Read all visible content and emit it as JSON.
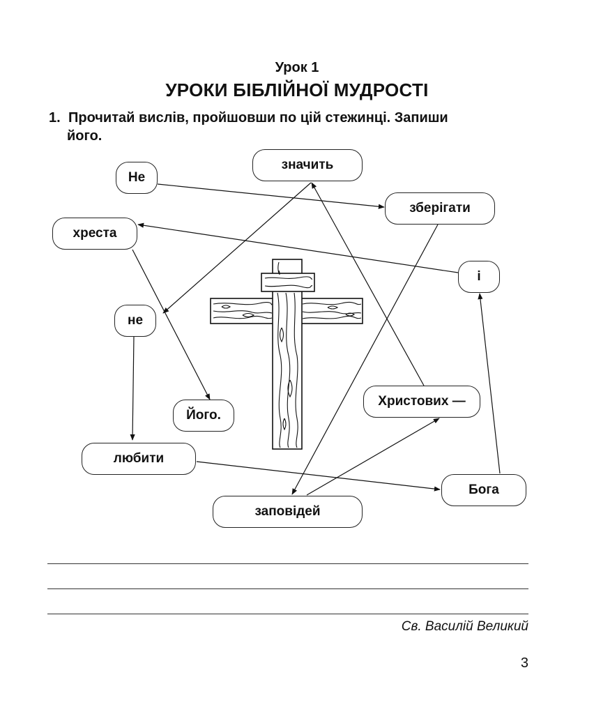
{
  "lesson": "Урок 1",
  "title": "УРОКИ БІБЛІЙНОЇ МУДРОСТІ",
  "task": {
    "number": "1.",
    "line1": "Прочитай вислів, пройшовши по цій стежинці. Запиши",
    "line2": "його."
  },
  "words": {
    "ne_cap": "Не",
    "znachyt": "значить",
    "zberihaty": "зберігати",
    "khresta": "хреста",
    "i": "і",
    "ne": "не",
    "yoho": "Його.",
    "khrystovykh": "Христових —",
    "liubyty": "любити",
    "boha": "Бога",
    "zapovidei": "заповідей"
  },
  "attribution": "Св. Василій Великий",
  "page_number": "3"
}
